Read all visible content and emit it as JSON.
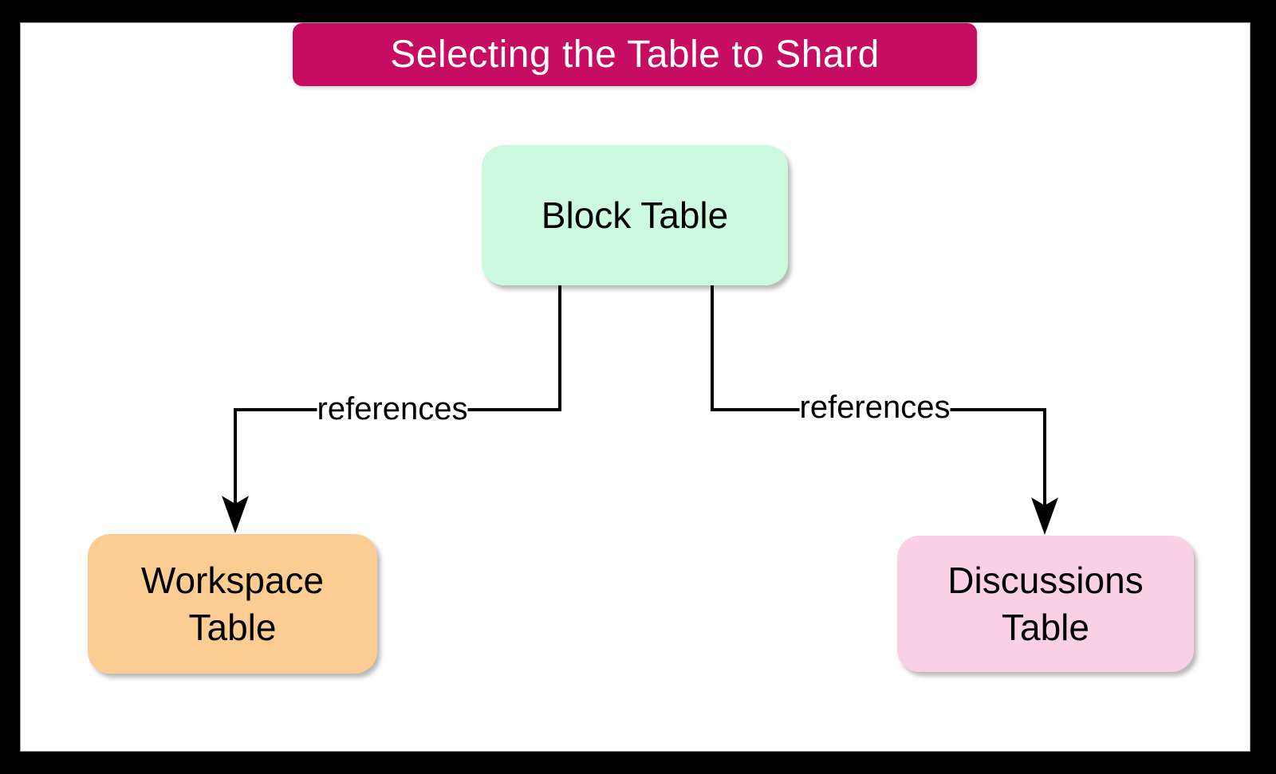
{
  "frame": {
    "background": "#000000",
    "canvas_background": "#ffffff"
  },
  "diagram": {
    "title": "Selecting the Table to Shard",
    "title_bg": "#C60D62",
    "title_color": "#ffffff",
    "line_color": "#000000",
    "nodes": [
      {
        "id": "block-table",
        "label": "Block Table",
        "fill": "#CBFADF"
      },
      {
        "id": "workspace-table",
        "label": "Workspace Table",
        "fill": "#FBCD92"
      },
      {
        "id": "discussions-table",
        "label": "Discussions Table",
        "fill": "#FAD0E5"
      }
    ],
    "edges": [
      {
        "from": "Block Table",
        "to": "Workspace Table",
        "label": "references"
      },
      {
        "from": "Block Table",
        "to": "Discussions Table",
        "label": "references"
      }
    ]
  }
}
